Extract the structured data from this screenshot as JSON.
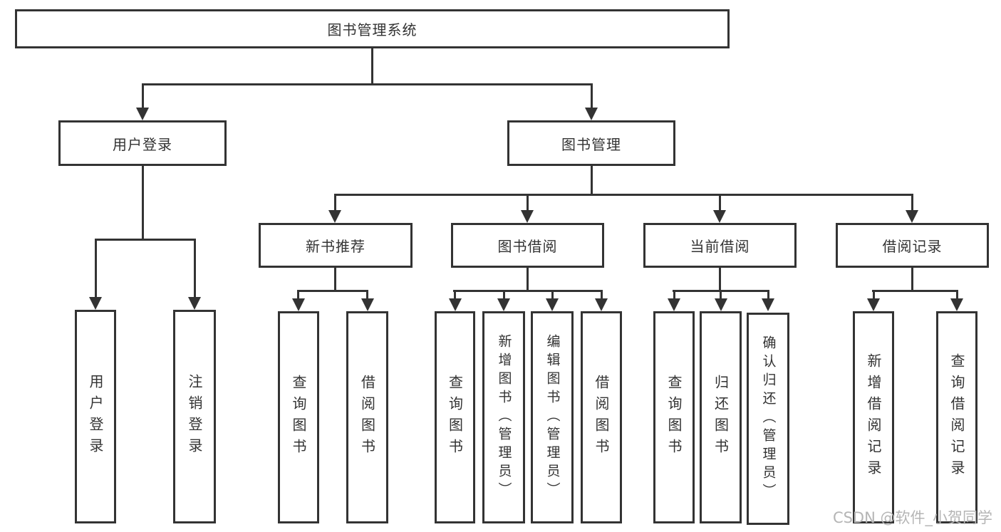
{
  "tree": {
    "root": "图书管理系统",
    "level2": [
      {
        "label": "用户登录",
        "children": [
          "用户登录",
          "注销登录"
        ]
      },
      {
        "label": "图书管理",
        "children": [
          {
            "label": "新书推荐",
            "children": [
              "查询图书",
              "借阅图书"
            ]
          },
          {
            "label": "图书借阅",
            "children": [
              "查询图书",
              "新增图书（管理员）",
              "编辑图书（管理员）",
              "借阅图书"
            ]
          },
          {
            "label": "当前借阅",
            "children": [
              "查询图书",
              "归还图书",
              "确认归还（管理员）"
            ]
          },
          {
            "label": "借阅记录",
            "children": [
              "新增借阅记录",
              "查询借阅记录"
            ]
          }
        ]
      }
    ]
  },
  "watermark": "CSDN @软件_小贺同学",
  "colors": {
    "line": "#333333",
    "text": "#333333",
    "watermark": "#b5b5b5",
    "bg": "#ffffff"
  }
}
